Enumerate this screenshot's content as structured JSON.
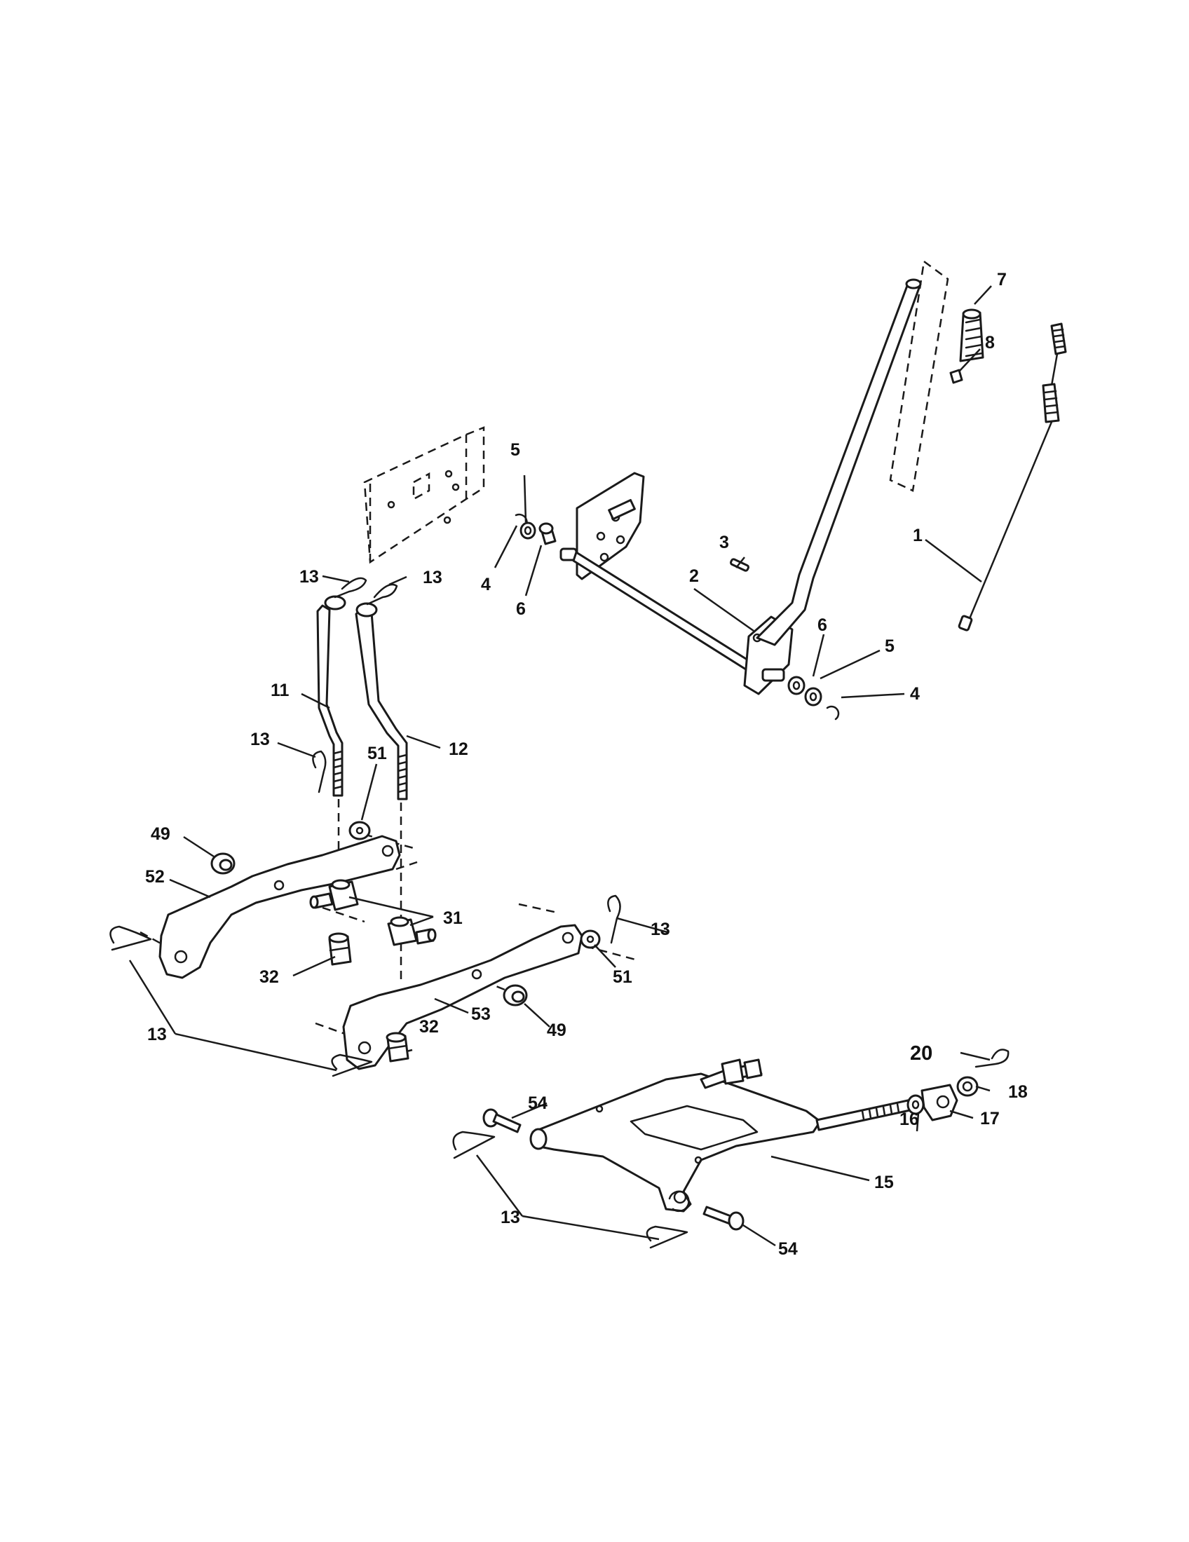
{
  "callouts": {
    "c1": "1",
    "c2": "2",
    "c3": "3",
    "c4a": "4",
    "c4b": "4",
    "c5a": "5",
    "c5b": "5",
    "c6a": "6",
    "c6b": "6",
    "c7": "7",
    "c8": "8",
    "c11": "11",
    "c12": "12",
    "c13a": "13",
    "c13b": "13",
    "c13c": "13",
    "c13d": "13",
    "c13e": "13",
    "c13f": "13",
    "c15": "15",
    "c16": "16",
    "c17": "17",
    "c18": "18",
    "c20": "20",
    "c31": "31",
    "c32a": "32",
    "c32b": "32",
    "c49a": "49",
    "c49b": "49",
    "c51a": "51",
    "c51b": "51",
    "c52": "52",
    "c53": "53",
    "c54a": "54",
    "c54b": "54"
  }
}
